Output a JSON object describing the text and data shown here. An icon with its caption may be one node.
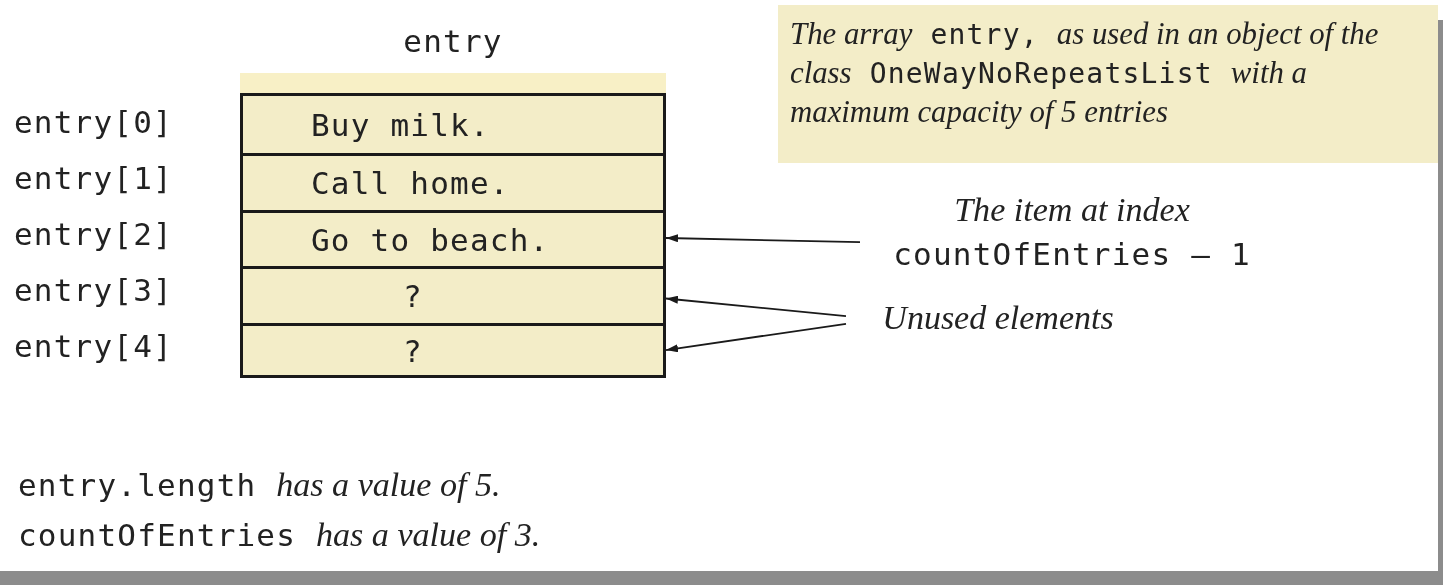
{
  "diagram": {
    "nodes": [
      {
        "text": [
          "entry"
        ]
      },
      {
        "text": [
          "Buy milk."
        ],
        "in": 0
      },
      {
        "text": [
          "Call home."
        ],
        "in": 0
      },
      {
        "text": [
          "Go to beach."
        ],
        "in": 0
      },
      {
        "text": [
          "?"
        ],
        "in": 0
      },
      {
        "text": [
          "?"
        ],
        "in": 0
      },
      {
        "text": [
          "*The array* entry, *as used in an object of the class* OneWayNoRepeatsList *with a maximum capacity of 5 entries*"
        ]
      },
      {
        "text": [
          "*The item at index* countOfEntries – 1"
        ]
      },
      {
        "text": [
          "Unused elements"
        ]
      }
    ],
    "edges": [
      {
        "from": 7,
        "to": 3,
        "arrow": "to"
      },
      {
        "from": 8,
        "to": 4,
        "arrow": "to"
      },
      {
        "from": 8,
        "to": 5,
        "arrow": "to"
      }
    ],
    "labels": [
      "entry[0]",
      "entry[1]",
      "entry[2]",
      "entry[3]",
      "entry[4]",
      "entry.length *has a value of 5.*",
      "countOfEntries *has a value of 3.*"
    ]
  }
}
